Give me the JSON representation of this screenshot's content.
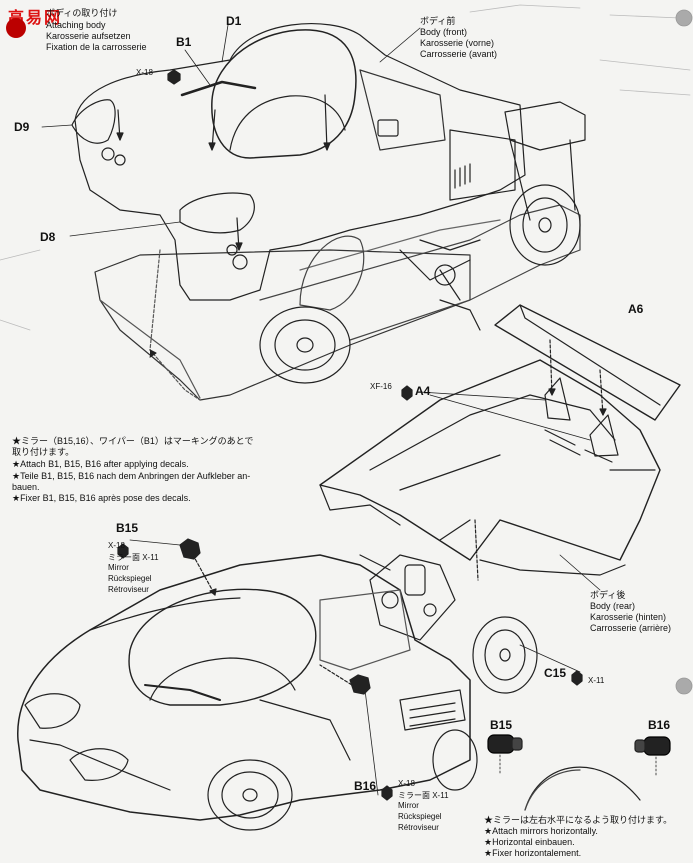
{
  "watermark": {
    "chars": "高易网"
  },
  "header": {
    "title_jp": "ボディの取り付け",
    "title_en": "Attaching body",
    "title_de": "Karosserie aufsetzen",
    "title_fr": "Fixation de la carrosserie"
  },
  "parts": {
    "d1": "D1",
    "b1": "B1",
    "x18_top": "X-18",
    "d9": "D9",
    "d8": "D8",
    "a6": "A6",
    "xf16": "XF-16",
    "a4": "A4",
    "b15": "B15",
    "b16": "B16",
    "c15": "C15",
    "x11": "X-11",
    "b15_mirror": "B15",
    "b16_mirror": "B16"
  },
  "body_front": {
    "jp": "ボディ前",
    "en": "Body (front)",
    "de": "Karosserie (vorne)",
    "fr": "Carrosserie (avant)"
  },
  "body_rear": {
    "jp": "ボディ後",
    "en": "Body (rear)",
    "de": "Karosserie (hinten)",
    "fr": "Carrosserie (arrière)"
  },
  "note_decals": {
    "jp1": "★ミラー（B15,16）、ワイパー（B1）はマーキングのあとで",
    "jp2": "取り付けます。",
    "en": "★Attach B1, B15, B16 after applying decals.",
    "de1": "★Teile B1, B15, B16 nach dem Anbringen der Aufkleber an-",
    "de2": "bauen.",
    "fr": "★Fixer B1, B15, B16 après pose des decals."
  },
  "mirror_left": {
    "x18": "X-18",
    "face": "ミラー面 X-11",
    "en": "Mirror",
    "de": "Rückspiegel",
    "fr": "Rétroviseur"
  },
  "mirror_right": {
    "x18": "X-18",
    "face": "ミラー面 X-11",
    "en": "Mirror",
    "de": "Rückspiegel",
    "fr": "Rétroviseur"
  },
  "note_mirrors": {
    "jp": "★ミラーは左右水平になるよう取り付けます。",
    "en": "★Attach mirrors horizontally.",
    "de": "★Horizontal einbauen.",
    "fr": "★Fixer horizontalement."
  }
}
